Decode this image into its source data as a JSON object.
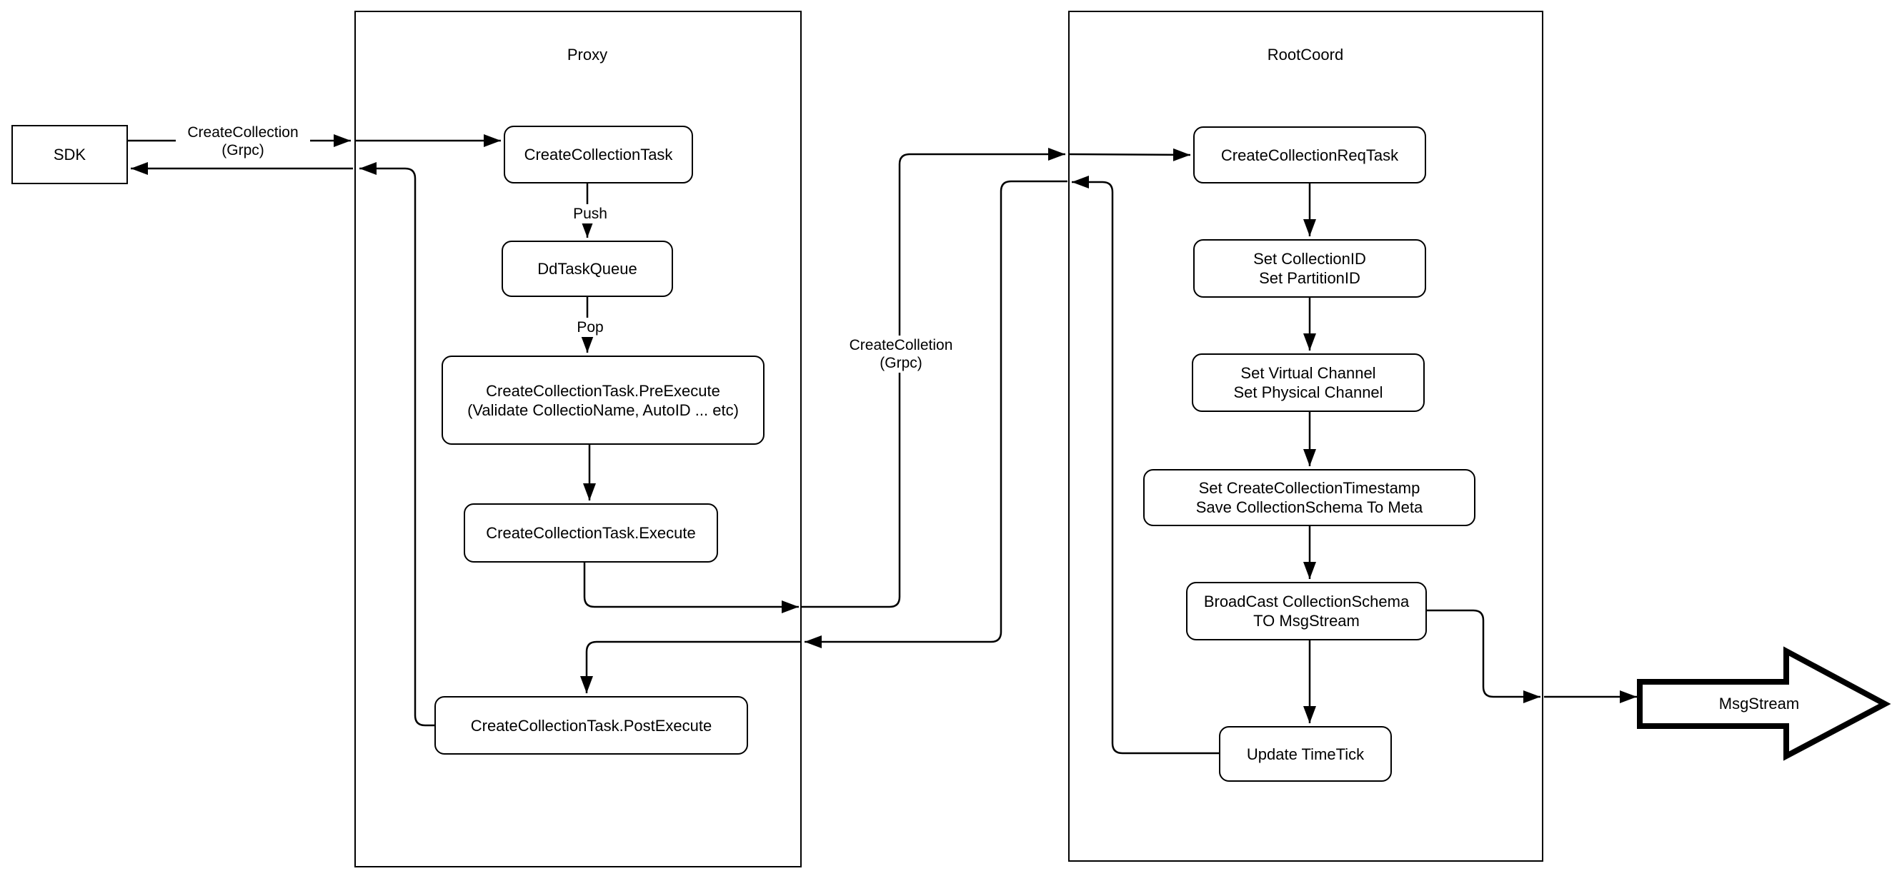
{
  "diagram": {
    "sdk": {
      "label": "SDK"
    },
    "proxy": {
      "title": "Proxy",
      "nodes": {
        "create_collection_task": "CreateCollectionTask",
        "dd_task_queue": "DdTaskQueue",
        "pre_execute": "CreateCollectionTask.PreExecute\n(Validate CollectioName, AutoID ... etc)",
        "execute": "CreateCollectionTask.Execute",
        "post_execute": "CreateCollectionTask.PostExecute"
      }
    },
    "rootcoord": {
      "title": "RootCoord",
      "nodes": {
        "req_task": "CreateCollectionReqTask",
        "set_ids": "Set CollectionID\nSet PartitionID",
        "set_channels": "Set Virtual Channel\nSet Physical Channel",
        "set_timestamp": "Set CreateCollectionTimestamp\nSave CollectionSchema To Meta",
        "broadcast": "BroadCast CollectionSchema\nTO MsgStream",
        "update_timetick": "Update TimeTick"
      }
    },
    "msgstream": {
      "label": "MsgStream"
    },
    "edge_labels": {
      "sdk_to_proxy": "CreateCollection\n(Grpc)",
      "push": "Push",
      "pop": "Pop",
      "proxy_to_rootcoord": "CreateColletion\n(Grpc)"
    },
    "colors": {
      "stroke": "#000000",
      "background": "#ffffff"
    }
  }
}
